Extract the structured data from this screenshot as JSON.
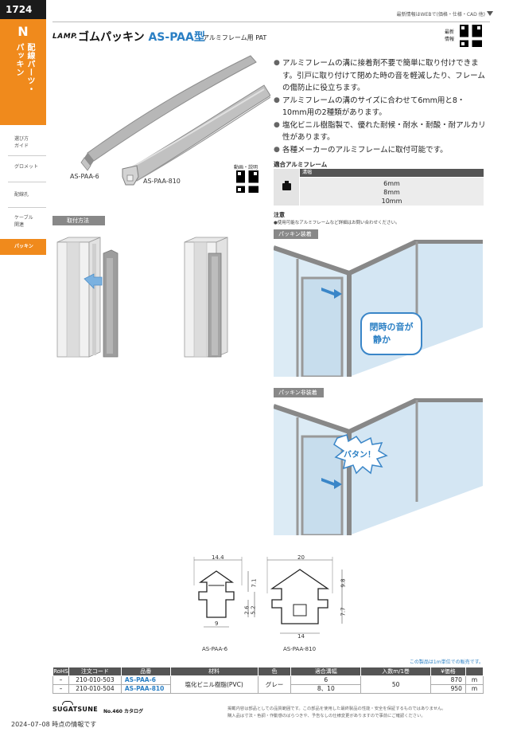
{
  "sidebar": {
    "page_number": "1724",
    "category_letter": "N",
    "category_line1": "配線パーツ・",
    "category_line2": "パッキン",
    "tabs": [
      {
        "l1": "選び方",
        "l2": "ガイド"
      },
      {
        "l1": "グロメット",
        "l2": ""
      },
      {
        "l1": "配線孔",
        "l2": ""
      },
      {
        "l1": "ケーブル",
        "l2": "関連"
      },
      {
        "l1": "パッキン",
        "l2": ""
      }
    ]
  },
  "header": {
    "top_note": "最新情報はWEBで(価格・仕様・CAD 他)",
    "brand_logo": "LAMP.",
    "title_prefix": "ゴムパッキン ",
    "title_model": "AS-PAA型",
    "subtitle": "アルミフレーム用 PAT",
    "latest_label_1": "最新",
    "latest_label_2": "情報"
  },
  "photo": {
    "label_a": "AS-PAA-6",
    "label_b": "AS-PAA-810",
    "video_label": "動画・説明"
  },
  "features": [
    "アルミフレームの溝に接着剤不要で簡単に取り付けできます。引戸に取り付けて閉めた時の音を軽減したり、フレームの傷防止に役立ちます。",
    "アルミフレームの溝のサイズに合わせて6mm用と8・10mm用の2種類があります。",
    "塩化ビニル樹脂製で、優れた耐候・耐水・耐酸・耐アルカリ性があります。",
    "各種メーカーのアルミフレームに取付可能です。"
  ],
  "frame": {
    "title": "適合アルミフレーム",
    "col_header": "溝幅",
    "values": [
      "6mm",
      "8mm",
      "10mm"
    ]
  },
  "note": {
    "title": "注意",
    "text": "●使用可能なアルミフレームなど詳細はお問い合わせください。"
  },
  "mounting": {
    "label": "取付方法"
  },
  "illustrations": {
    "installed_label": "パッキン装着",
    "installed_callout_1": "閉時の音が",
    "installed_callout_2": "静か",
    "not_installed_label": "パッキン非装着",
    "not_installed_callout": "バタン！"
  },
  "dimensions": {
    "a_width": "14.4",
    "a_h1": "7.1",
    "a_h2": "2.6",
    "a_h3": "5.2",
    "a_bottom": "9",
    "a_name": "AS-PAA-6",
    "b_width": "20",
    "b_h1": "9.8",
    "b_h2": "7.7",
    "b_bottom": "14",
    "b_name": "AS-PAA-810"
  },
  "spec": {
    "unit_note": "この製品は1m単位での販売です。",
    "headers": [
      "RoHS",
      "注文コード",
      "品番",
      "材料",
      "色",
      "適合溝幅",
      "入数m/1巻",
      "¥価格",
      ""
    ],
    "rows": [
      {
        "rohs": "–",
        "code": "210-010-503",
        "model": "AS-PAA-6",
        "groove": "6",
        "price": "870",
        "unit": "m"
      },
      {
        "rohs": "–",
        "code": "210-010-504",
        "model": "AS-PAA-810",
        "groove": "8、10",
        "price": "950",
        "unit": "m"
      }
    ],
    "material": "塩化ビニル樹脂(PVC)",
    "color": "グレー",
    "qty": "50"
  },
  "footer": {
    "brand": "SUGATSUNE",
    "catalog": "No.460 カタログ",
    "date": "2024–07–08  時点の情報です",
    "disclaimer_1": "掲載内容は部品としての品質範囲です。この部品を使用した最終製品の性能・安全を保証するものではありません。",
    "disclaimer_2": "購入品は寸法・色調・作動感のばらつきや、予告なしの仕様変更がありますので事前にご確認ください。"
  },
  "colors": {
    "accent_orange": "#f08a1c",
    "model_blue": "#2a7fc4",
    "header_grey": "#555555"
  }
}
